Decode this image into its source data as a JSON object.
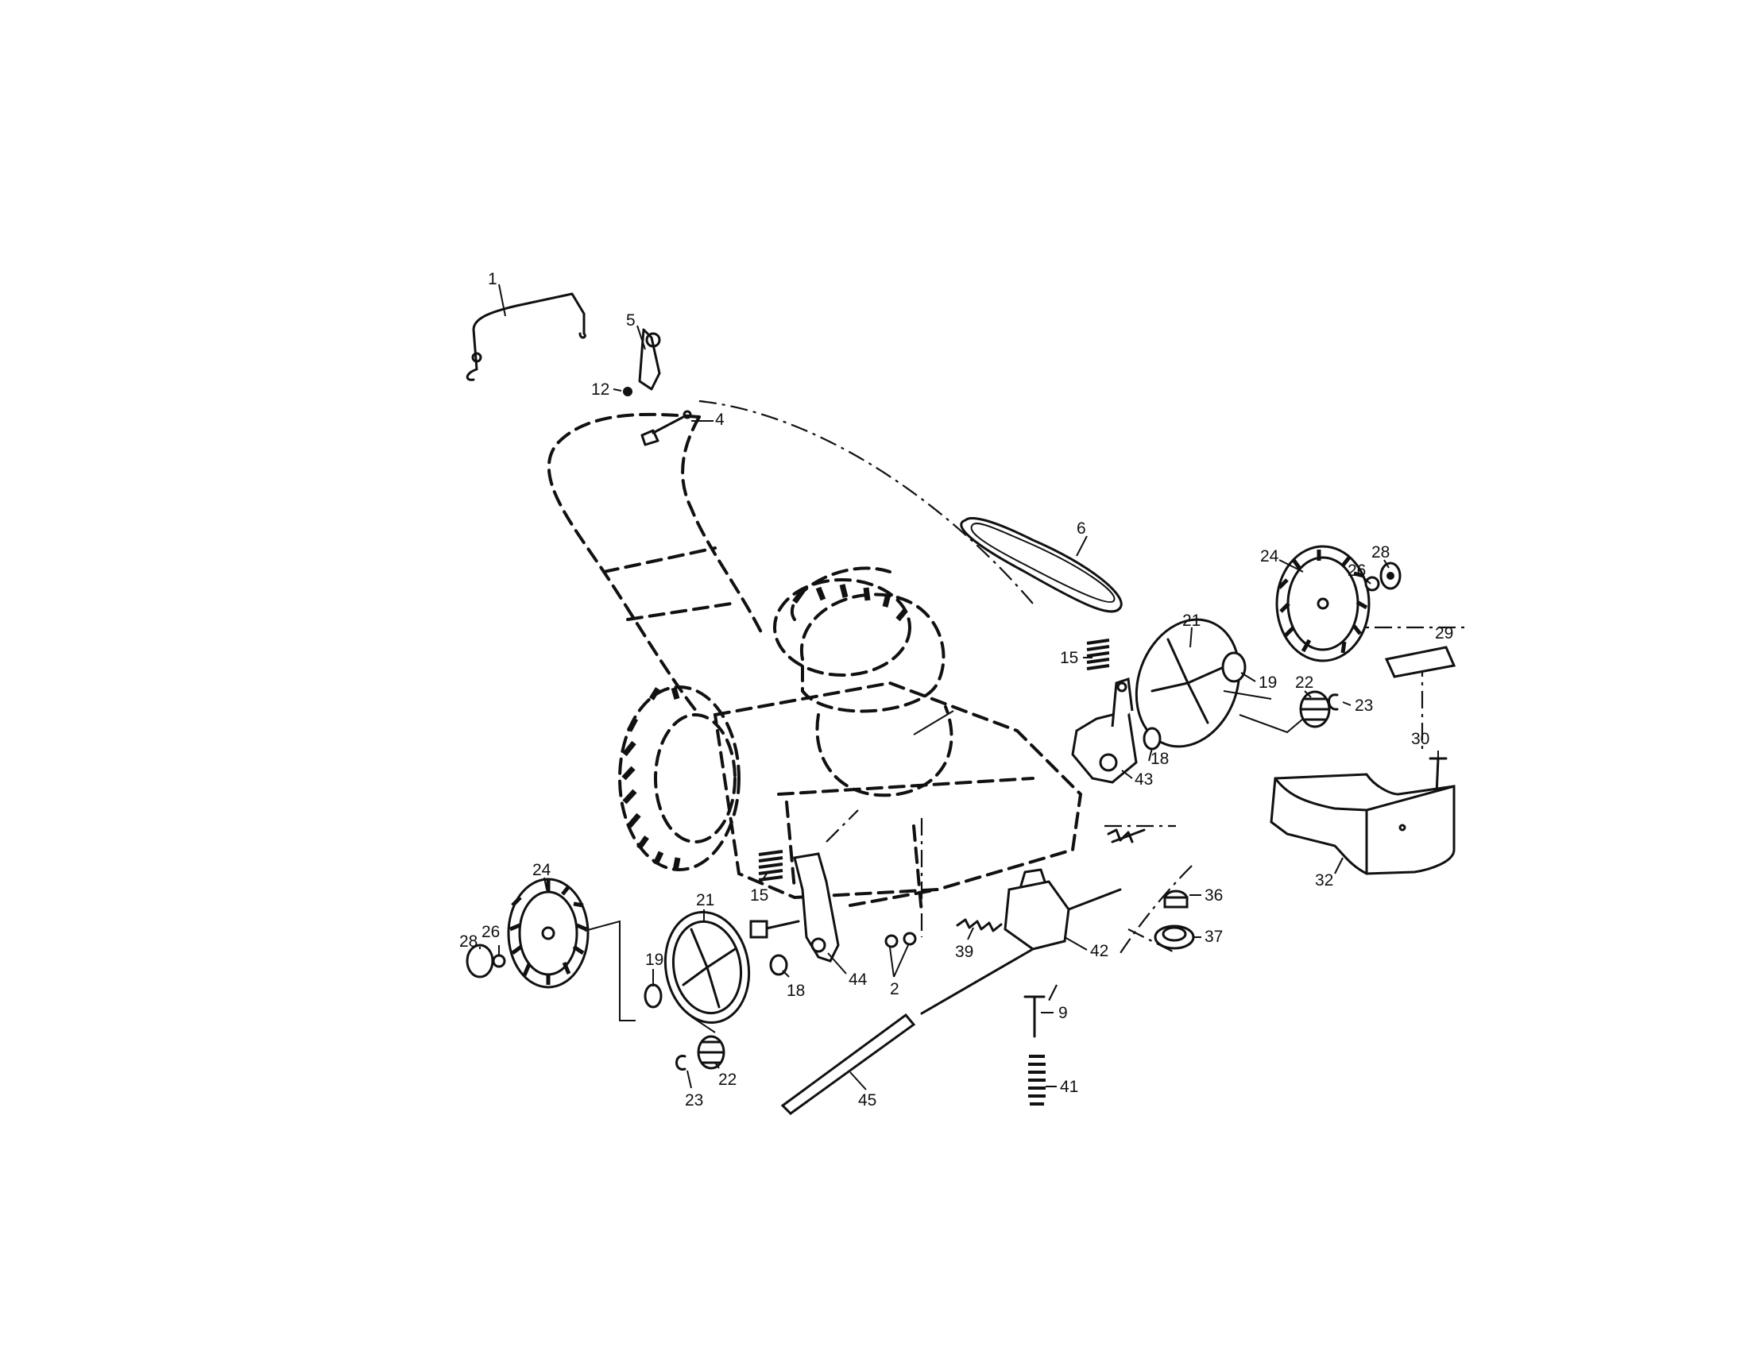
{
  "callouts": [
    {
      "id": "c1",
      "text": "1"
    },
    {
      "id": "c5",
      "text": "5"
    },
    {
      "id": "c12",
      "text": "12"
    },
    {
      "id": "c4",
      "text": "4"
    },
    {
      "id": "c6",
      "text": "6"
    },
    {
      "id": "c15a",
      "text": "15"
    },
    {
      "id": "c21a",
      "text": "21"
    },
    {
      "id": "c24a",
      "text": "24"
    },
    {
      "id": "c26a",
      "text": "26"
    },
    {
      "id": "c28a",
      "text": "28"
    },
    {
      "id": "c29",
      "text": "29"
    },
    {
      "id": "c19a",
      "text": "19"
    },
    {
      "id": "c22a",
      "text": "22"
    },
    {
      "id": "c23a",
      "text": "23"
    },
    {
      "id": "c18a",
      "text": "18"
    },
    {
      "id": "c43",
      "text": "43"
    },
    {
      "id": "c30",
      "text": "30"
    },
    {
      "id": "c32",
      "text": "32"
    },
    {
      "id": "c24b",
      "text": "24"
    },
    {
      "id": "c28b",
      "text": "28"
    },
    {
      "id": "c26b",
      "text": "26"
    },
    {
      "id": "c21b",
      "text": "21"
    },
    {
      "id": "c15b",
      "text": "15"
    },
    {
      "id": "c19b",
      "text": "19"
    },
    {
      "id": "c18b",
      "text": "18"
    },
    {
      "id": "c44",
      "text": "44"
    },
    {
      "id": "c22b",
      "text": "22"
    },
    {
      "id": "c23b",
      "text": "23"
    },
    {
      "id": "c2",
      "text": "2"
    },
    {
      "id": "c39",
      "text": "39"
    },
    {
      "id": "c42",
      "text": "42"
    },
    {
      "id": "c36",
      "text": "36"
    },
    {
      "id": "c37",
      "text": "37"
    },
    {
      "id": "c9",
      "text": "9"
    },
    {
      "id": "c41",
      "text": "41"
    },
    {
      "id": "c45",
      "text": "45"
    }
  ]
}
